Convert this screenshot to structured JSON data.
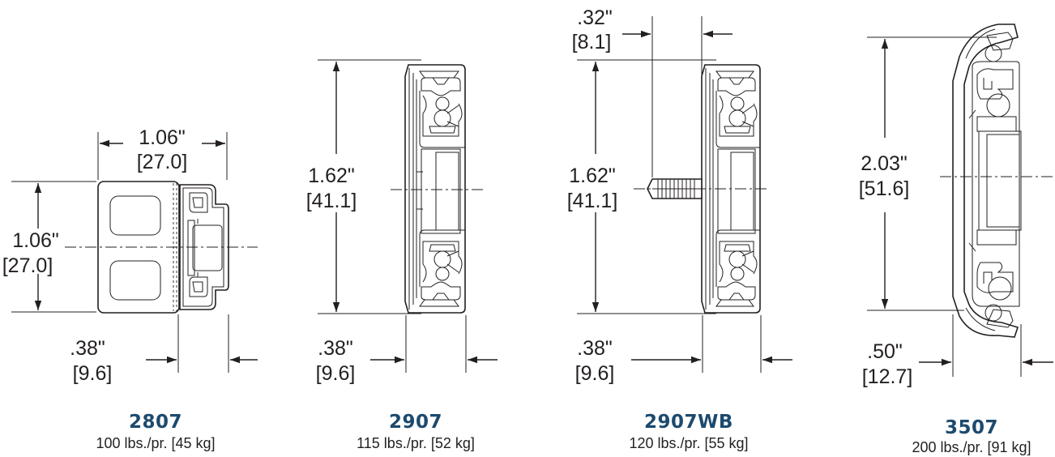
{
  "slides": [
    {
      "model": "2807",
      "capacity": "100 lbs./pr. [45 kg]",
      "width_in": "1.06\"",
      "width_mm": "[27.0]",
      "height_in": "1.06\"",
      "height_mm": "[27.0]",
      "thickness_in": ".38\"",
      "thickness_mm": "[9.6]"
    },
    {
      "model": "2907",
      "capacity": "115 lbs./pr. [52 kg]",
      "height_in": "1.62\"",
      "height_mm": "[41.1]",
      "thickness_in": ".38\"",
      "thickness_mm": "[9.6]"
    },
    {
      "model": "2907WB",
      "capacity": "120 lbs./pr. [55 kg]",
      "offset_in": ".32\"",
      "offset_mm": "[8.1]",
      "height_in": "1.62\"",
      "height_mm": "[41.1]",
      "thickness_in": ".38\"",
      "thickness_mm": "[9.6]"
    },
    {
      "model": "3507",
      "capacity": "200 lbs./pr. [91 kg]",
      "height_in": "2.03\"",
      "height_mm": "[51.6]",
      "thickness_in": ".50\"",
      "thickness_mm": "[12.7]"
    }
  ],
  "colors": {
    "ink": "#231f20",
    "model_label": "#1d4a6e"
  }
}
